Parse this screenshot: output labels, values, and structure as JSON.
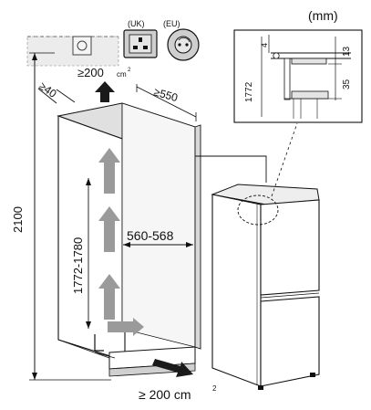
{
  "units_label": "(mm)",
  "socket_uk_label": "(UK)",
  "socket_eu_label": "(EU)",
  "dimensions": {
    "depth_gap": "≥40",
    "top_vent": "≥200",
    "top_vent_unit": "cm",
    "top_vent_exp": "2",
    "niche_depth": "≥550",
    "total_height": "2100",
    "niche_height": "1772-1780",
    "niche_width": "560-568",
    "bottom_vent": "≥ 200 cm",
    "bottom_vent_exp": "2"
  },
  "detail": {
    "dim_4": "4",
    "dim_13": "13",
    "dim_35": "35",
    "dim_1772": "1772"
  },
  "colors": {
    "line": "#111111",
    "arrow_gray": "#9a9a9a",
    "arrow_dark": "#1a1a1a",
    "wall_gray": "#d8d8d8",
    "socket_fill": "#cfcfcf"
  }
}
